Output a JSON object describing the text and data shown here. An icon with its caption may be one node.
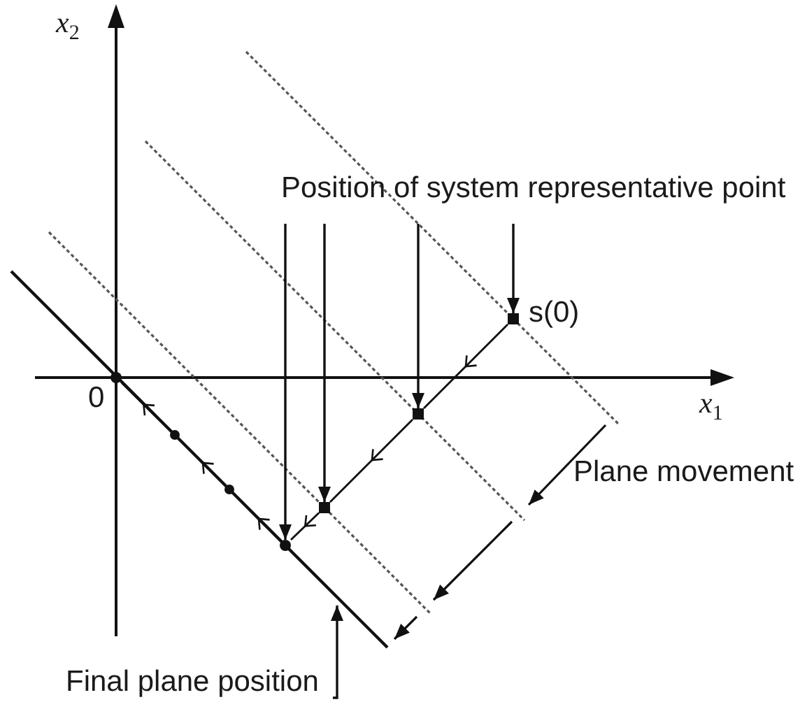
{
  "diagram": {
    "nodes": [
      {
        "text": [
          "Position of system representative point"
        ]
      },
      {
        "text": [],
        "shape": "box",
        "beside": [
          "s(0)"
        ]
      },
      {
        "text": [],
        "shape": "box"
      },
      {
        "text": [],
        "shape": "box"
      },
      {
        "text": [],
        "shape": "circle"
      },
      {
        "text": [],
        "shape": "circle",
        "beside": [
          "0"
        ]
      },
      {
        "text": [
          "Final plane position"
        ]
      }
    ],
    "edges": [
      {
        "from": 0,
        "to": 1,
        "arrow": "to"
      },
      {
        "from": 0,
        "to": 2,
        "arrow": "to"
      },
      {
        "from": 0,
        "to": 3,
        "arrow": "to"
      },
      {
        "from": 0,
        "to": 4,
        "arrow": "to"
      },
      {
        "from": 1,
        "to": 2,
        "arrow": "to"
      },
      {
        "from": 2,
        "to": 3,
        "arrow": "to"
      },
      {
        "from": 3,
        "to": 4,
        "arrow": "to"
      },
      {
        "from": 4,
        "to": 5,
        "arrow": "to"
      },
      {
        "from": 6,
        "to": null,
        "arrow": "to"
      }
    ],
    "labels": [
      "*x*$_{2}$",
      "*x*$_{1}$",
      "Plane movement"
    ]
  }
}
